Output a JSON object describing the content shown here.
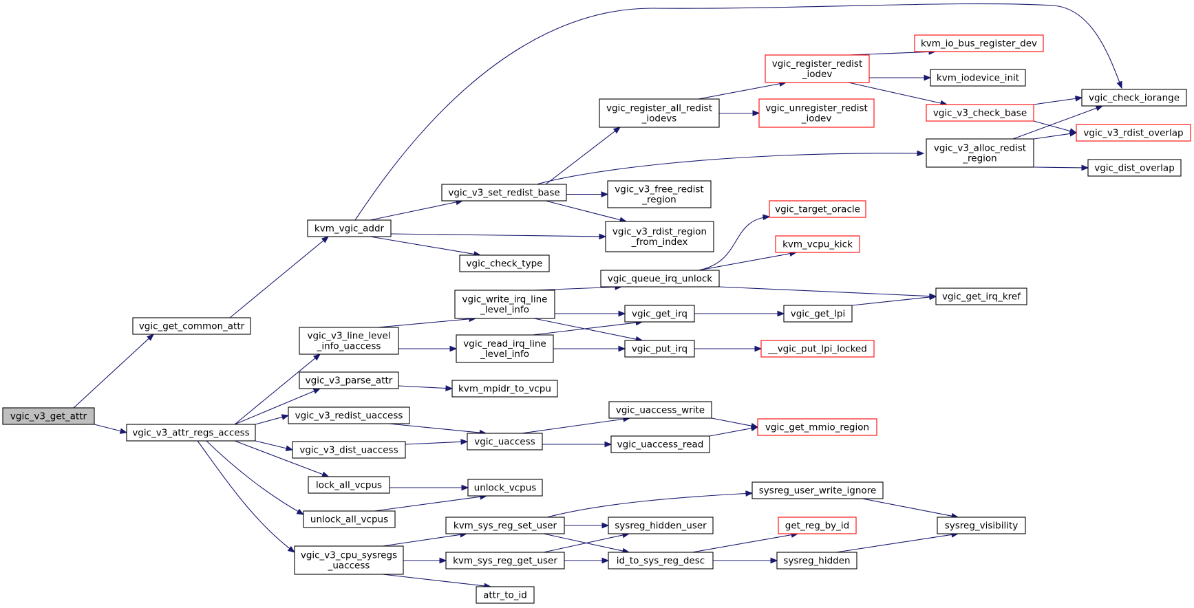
{
  "colors": {
    "edge": "#191970",
    "border_default": "#000000",
    "border_truncated": "#ff0000",
    "fill_default": "#ffffff",
    "fill_root": "#bfbfbf"
  },
  "nodes": [
    {
      "id": "vgic_v3_get_attr",
      "lines": [
        "vgic_v3_get_attr"
      ],
      "style": "root"
    },
    {
      "id": "vgic_get_common_attr",
      "lines": [
        "vgic_get_common_attr"
      ],
      "style": "default"
    },
    {
      "id": "vgic_v3_attr_regs_access",
      "lines": [
        "vgic_v3_attr_regs_access"
      ],
      "style": "default"
    },
    {
      "id": "kvm_vgic_addr",
      "lines": [
        "kvm_vgic_addr"
      ],
      "style": "default"
    },
    {
      "id": "vgic_v3_set_redist_base",
      "lines": [
        "vgic_v3_set_redist_base"
      ],
      "style": "default"
    },
    {
      "id": "vgic_check_type",
      "lines": [
        "vgic_check_type"
      ],
      "style": "default"
    },
    {
      "id": "vgic_v3_rdist_region_from_index",
      "lines": [
        "vgic_v3_rdist_region",
        "_from_index"
      ],
      "style": "default"
    },
    {
      "id": "vgic_register_all_redist_iodevs",
      "lines": [
        "vgic_register_all_redist",
        "_iodevs"
      ],
      "style": "default"
    },
    {
      "id": "vgic_v3_free_redist_region",
      "lines": [
        "vgic_v3_free_redist",
        "_region"
      ],
      "style": "default"
    },
    {
      "id": "vgic_v3_alloc_redist_region",
      "lines": [
        "vgic_v3_alloc_redist",
        "_region"
      ],
      "style": "default"
    },
    {
      "id": "vgic_register_redist_iodev",
      "lines": [
        "vgic_register_redist",
        "_iodev"
      ],
      "style": "truncated"
    },
    {
      "id": "vgic_unregister_redist_iodev",
      "lines": [
        "vgic_unregister_redist",
        "_iodev"
      ],
      "style": "truncated"
    },
    {
      "id": "kvm_io_bus_register_dev",
      "lines": [
        "kvm_io_bus_register_dev"
      ],
      "style": "truncated"
    },
    {
      "id": "kvm_iodevice_init",
      "lines": [
        "kvm_iodevice_init"
      ],
      "style": "default"
    },
    {
      "id": "vgic_v3_check_base",
      "lines": [
        "vgic_v3_check_base"
      ],
      "style": "truncated"
    },
    {
      "id": "vgic_check_iorange",
      "lines": [
        "vgic_check_iorange"
      ],
      "style": "default"
    },
    {
      "id": "vgic_v3_rdist_overlap",
      "lines": [
        "vgic_v3_rdist_overlap"
      ],
      "style": "truncated"
    },
    {
      "id": "vgic_dist_overlap",
      "lines": [
        "vgic_dist_overlap"
      ],
      "style": "default"
    },
    {
      "id": "vgic_v3_line_level_info_uaccess",
      "lines": [
        "vgic_v3_line_level",
        "_info_uaccess"
      ],
      "style": "default"
    },
    {
      "id": "vgic_write_irq_line_level_info",
      "lines": [
        "vgic_write_irq_line",
        "_level_info"
      ],
      "style": "default"
    },
    {
      "id": "vgic_read_irq_line_level_info",
      "lines": [
        "vgic_read_irq_line",
        "_level_info"
      ],
      "style": "default"
    },
    {
      "id": "vgic_queue_irq_unlock",
      "lines": [
        "vgic_queue_irq_unlock"
      ],
      "style": "default"
    },
    {
      "id": "vgic_target_oracle",
      "lines": [
        "vgic_target_oracle"
      ],
      "style": "truncated"
    },
    {
      "id": "kvm_vcpu_kick",
      "lines": [
        "kvm_vcpu_kick"
      ],
      "style": "truncated"
    },
    {
      "id": "vgic_get_irq_kref",
      "lines": [
        "vgic_get_irq_kref"
      ],
      "style": "default"
    },
    {
      "id": "vgic_get_irq",
      "lines": [
        "vgic_get_irq"
      ],
      "style": "default"
    },
    {
      "id": "vgic_get_lpi",
      "lines": [
        "vgic_get_lpi"
      ],
      "style": "default"
    },
    {
      "id": "vgic_put_irq",
      "lines": [
        "vgic_put_irq"
      ],
      "style": "default"
    },
    {
      "id": "__vgic_put_lpi_locked",
      "lines": [
        "__vgic_put_lpi_locked"
      ],
      "style": "truncated"
    },
    {
      "id": "vgic_v3_parse_attr",
      "lines": [
        "vgic_v3_parse_attr"
      ],
      "style": "default"
    },
    {
      "id": "kvm_mpidr_to_vcpu",
      "lines": [
        "kvm_mpidr_to_vcpu"
      ],
      "style": "default"
    },
    {
      "id": "vgic_v3_redist_uaccess",
      "lines": [
        "vgic_v3_redist_uaccess"
      ],
      "style": "default"
    },
    {
      "id": "vgic_v3_dist_uaccess",
      "lines": [
        "vgic_v3_dist_uaccess"
      ],
      "style": "default"
    },
    {
      "id": "vgic_uaccess",
      "lines": [
        "vgic_uaccess"
      ],
      "style": "default"
    },
    {
      "id": "vgic_uaccess_write",
      "lines": [
        "vgic_uaccess_write"
      ],
      "style": "default"
    },
    {
      "id": "vgic_uaccess_read",
      "lines": [
        "vgic_uaccess_read"
      ],
      "style": "default"
    },
    {
      "id": "vgic_get_mmio_region",
      "lines": [
        "vgic_get_mmio_region"
      ],
      "style": "truncated"
    },
    {
      "id": "lock_all_vcpus",
      "lines": [
        "lock_all_vcpus"
      ],
      "style": "default"
    },
    {
      "id": "unlock_all_vcpus",
      "lines": [
        "unlock_all_vcpus"
      ],
      "style": "default"
    },
    {
      "id": "unlock_vcpus",
      "lines": [
        "unlock_vcpus"
      ],
      "style": "default"
    },
    {
      "id": "vgic_v3_cpu_sysregs_uaccess",
      "lines": [
        "vgic_v3_cpu_sysregs",
        "_uaccess"
      ],
      "style": "default"
    },
    {
      "id": "kvm_sys_reg_set_user",
      "lines": [
        "kvm_sys_reg_set_user"
      ],
      "style": "default"
    },
    {
      "id": "kvm_sys_reg_get_user",
      "lines": [
        "kvm_sys_reg_get_user"
      ],
      "style": "default"
    },
    {
      "id": "attr_to_id",
      "lines": [
        "attr_to_id"
      ],
      "style": "default"
    },
    {
      "id": "sysreg_user_write_ignore",
      "lines": [
        "sysreg_user_write_ignore"
      ],
      "style": "default"
    },
    {
      "id": "sysreg_hidden_user",
      "lines": [
        "sysreg_hidden_user"
      ],
      "style": "default"
    },
    {
      "id": "id_to_sys_reg_desc",
      "lines": [
        "id_to_sys_reg_desc"
      ],
      "style": "default"
    },
    {
      "id": "get_reg_by_id",
      "lines": [
        "get_reg_by_id"
      ],
      "style": "truncated"
    },
    {
      "id": "sysreg_hidden",
      "lines": [
        "sysreg_hidden"
      ],
      "style": "default"
    },
    {
      "id": "sysreg_visibility",
      "lines": [
        "sysreg_visibility"
      ],
      "style": "default"
    }
  ],
  "edges": [
    [
      "vgic_v3_get_attr",
      "vgic_get_common_attr"
    ],
    [
      "vgic_v3_get_attr",
      "vgic_v3_attr_regs_access"
    ],
    [
      "vgic_get_common_attr",
      "kvm_vgic_addr"
    ],
    [
      "kvm_vgic_addr",
      "vgic_check_iorange"
    ],
    [
      "kvm_vgic_addr",
      "vgic_v3_set_redist_base"
    ],
    [
      "kvm_vgic_addr",
      "vgic_v3_rdist_region_from_index"
    ],
    [
      "kvm_vgic_addr",
      "vgic_check_type"
    ],
    [
      "vgic_v3_set_redist_base",
      "vgic_register_all_redist_iodevs"
    ],
    [
      "vgic_v3_set_redist_base",
      "vgic_v3_alloc_redist_region"
    ],
    [
      "vgic_v3_set_redist_base",
      "vgic_v3_free_redist_region"
    ],
    [
      "vgic_v3_set_redist_base",
      "vgic_v3_rdist_region_from_index"
    ],
    [
      "vgic_register_all_redist_iodevs",
      "vgic_register_redist_iodev"
    ],
    [
      "vgic_register_all_redist_iodevs",
      "vgic_unregister_redist_iodev"
    ],
    [
      "vgic_register_redist_iodev",
      "kvm_io_bus_register_dev"
    ],
    [
      "vgic_register_redist_iodev",
      "kvm_iodevice_init"
    ],
    [
      "vgic_register_redist_iodev",
      "vgic_v3_check_base"
    ],
    [
      "vgic_v3_check_base",
      "vgic_check_iorange"
    ],
    [
      "vgic_v3_check_base",
      "vgic_v3_rdist_overlap"
    ],
    [
      "vgic_v3_alloc_redist_region",
      "vgic_check_iorange"
    ],
    [
      "vgic_v3_alloc_redist_region",
      "vgic_v3_rdist_overlap"
    ],
    [
      "vgic_v3_alloc_redist_region",
      "vgic_dist_overlap"
    ],
    [
      "vgic_v3_attr_regs_access",
      "vgic_v3_line_level_info_uaccess"
    ],
    [
      "vgic_v3_attr_regs_access",
      "vgic_v3_parse_attr"
    ],
    [
      "vgic_v3_attr_regs_access",
      "vgic_v3_redist_uaccess"
    ],
    [
      "vgic_v3_attr_regs_access",
      "vgic_v3_dist_uaccess"
    ],
    [
      "vgic_v3_attr_regs_access",
      "lock_all_vcpus"
    ],
    [
      "vgic_v3_attr_regs_access",
      "unlock_all_vcpus"
    ],
    [
      "vgic_v3_attr_regs_access",
      "vgic_v3_cpu_sysregs_uaccess"
    ],
    [
      "vgic_v3_line_level_info_uaccess",
      "vgic_write_irq_line_level_info"
    ],
    [
      "vgic_v3_line_level_info_uaccess",
      "vgic_read_irq_line_level_info"
    ],
    [
      "vgic_write_irq_line_level_info",
      "vgic_queue_irq_unlock"
    ],
    [
      "vgic_write_irq_line_level_info",
      "vgic_get_irq"
    ],
    [
      "vgic_write_irq_line_level_info",
      "vgic_put_irq"
    ],
    [
      "vgic_read_irq_line_level_info",
      "vgic_get_irq"
    ],
    [
      "vgic_read_irq_line_level_info",
      "vgic_put_irq"
    ],
    [
      "vgic_queue_irq_unlock",
      "vgic_target_oracle"
    ],
    [
      "vgic_queue_irq_unlock",
      "kvm_vcpu_kick"
    ],
    [
      "vgic_queue_irq_unlock",
      "vgic_get_irq_kref"
    ],
    [
      "vgic_get_irq",
      "vgic_get_lpi"
    ],
    [
      "vgic_get_lpi",
      "vgic_get_irq_kref"
    ],
    [
      "vgic_put_irq",
      "__vgic_put_lpi_locked"
    ],
    [
      "vgic_v3_parse_attr",
      "kvm_mpidr_to_vcpu"
    ],
    [
      "vgic_v3_redist_uaccess",
      "vgic_uaccess"
    ],
    [
      "vgic_v3_dist_uaccess",
      "vgic_uaccess"
    ],
    [
      "vgic_uaccess",
      "vgic_uaccess_write"
    ],
    [
      "vgic_uaccess",
      "vgic_uaccess_read"
    ],
    [
      "vgic_uaccess_write",
      "vgic_get_mmio_region"
    ],
    [
      "vgic_uaccess_read",
      "vgic_get_mmio_region"
    ],
    [
      "lock_all_vcpus",
      "unlock_vcpus"
    ],
    [
      "unlock_all_vcpus",
      "unlock_vcpus"
    ],
    [
      "vgic_v3_cpu_sysregs_uaccess",
      "kvm_sys_reg_set_user"
    ],
    [
      "vgic_v3_cpu_sysregs_uaccess",
      "kvm_sys_reg_get_user"
    ],
    [
      "vgic_v3_cpu_sysregs_uaccess",
      "attr_to_id"
    ],
    [
      "kvm_sys_reg_set_user",
      "sysreg_user_write_ignore"
    ],
    [
      "kvm_sys_reg_set_user",
      "sysreg_hidden_user"
    ],
    [
      "kvm_sys_reg_set_user",
      "id_to_sys_reg_desc"
    ],
    [
      "kvm_sys_reg_get_user",
      "sysreg_hidden_user"
    ],
    [
      "kvm_sys_reg_get_user",
      "id_to_sys_reg_desc"
    ],
    [
      "sysreg_user_write_ignore",
      "sysreg_visibility"
    ],
    [
      "id_to_sys_reg_desc",
      "get_reg_by_id"
    ],
    [
      "id_to_sys_reg_desc",
      "sysreg_hidden"
    ],
    [
      "sysreg_hidden",
      "sysreg_visibility"
    ]
  ]
}
